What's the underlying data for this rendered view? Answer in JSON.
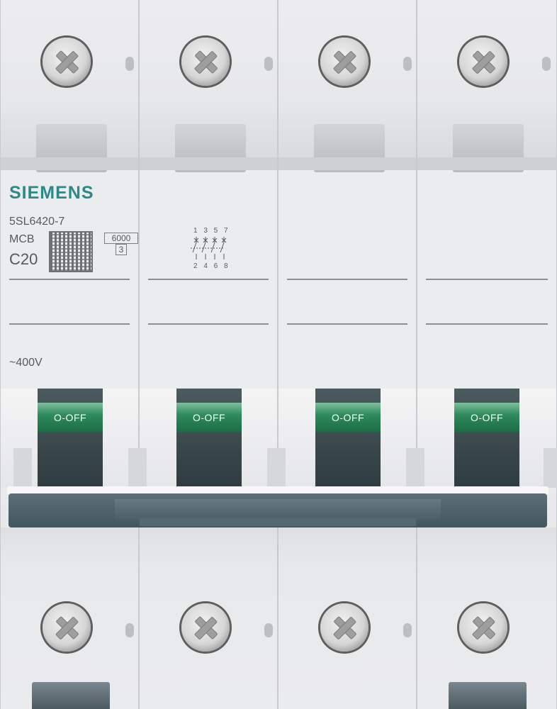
{
  "product": {
    "brand": "SIEMENS",
    "part_number": "5SL6420-7",
    "type": "MCB",
    "rating": "C20",
    "breaking_capacity": "6000",
    "energy_class": "3",
    "voltage": "~400V"
  },
  "diagram": {
    "top_terminals": "1 3 5 7",
    "bottom_terminals": "2 4 6 8"
  },
  "poles": [
    {
      "toggle_label": "O-OFF"
    },
    {
      "toggle_label": "O-OFF"
    },
    {
      "toggle_label": "O-OFF"
    },
    {
      "toggle_label": "O-OFF"
    }
  ],
  "colors": {
    "brand": "#2b8a86",
    "toggle_green": "#2f8c5c",
    "handle_bar": "#4f626c",
    "housing": "#e9eaec"
  }
}
